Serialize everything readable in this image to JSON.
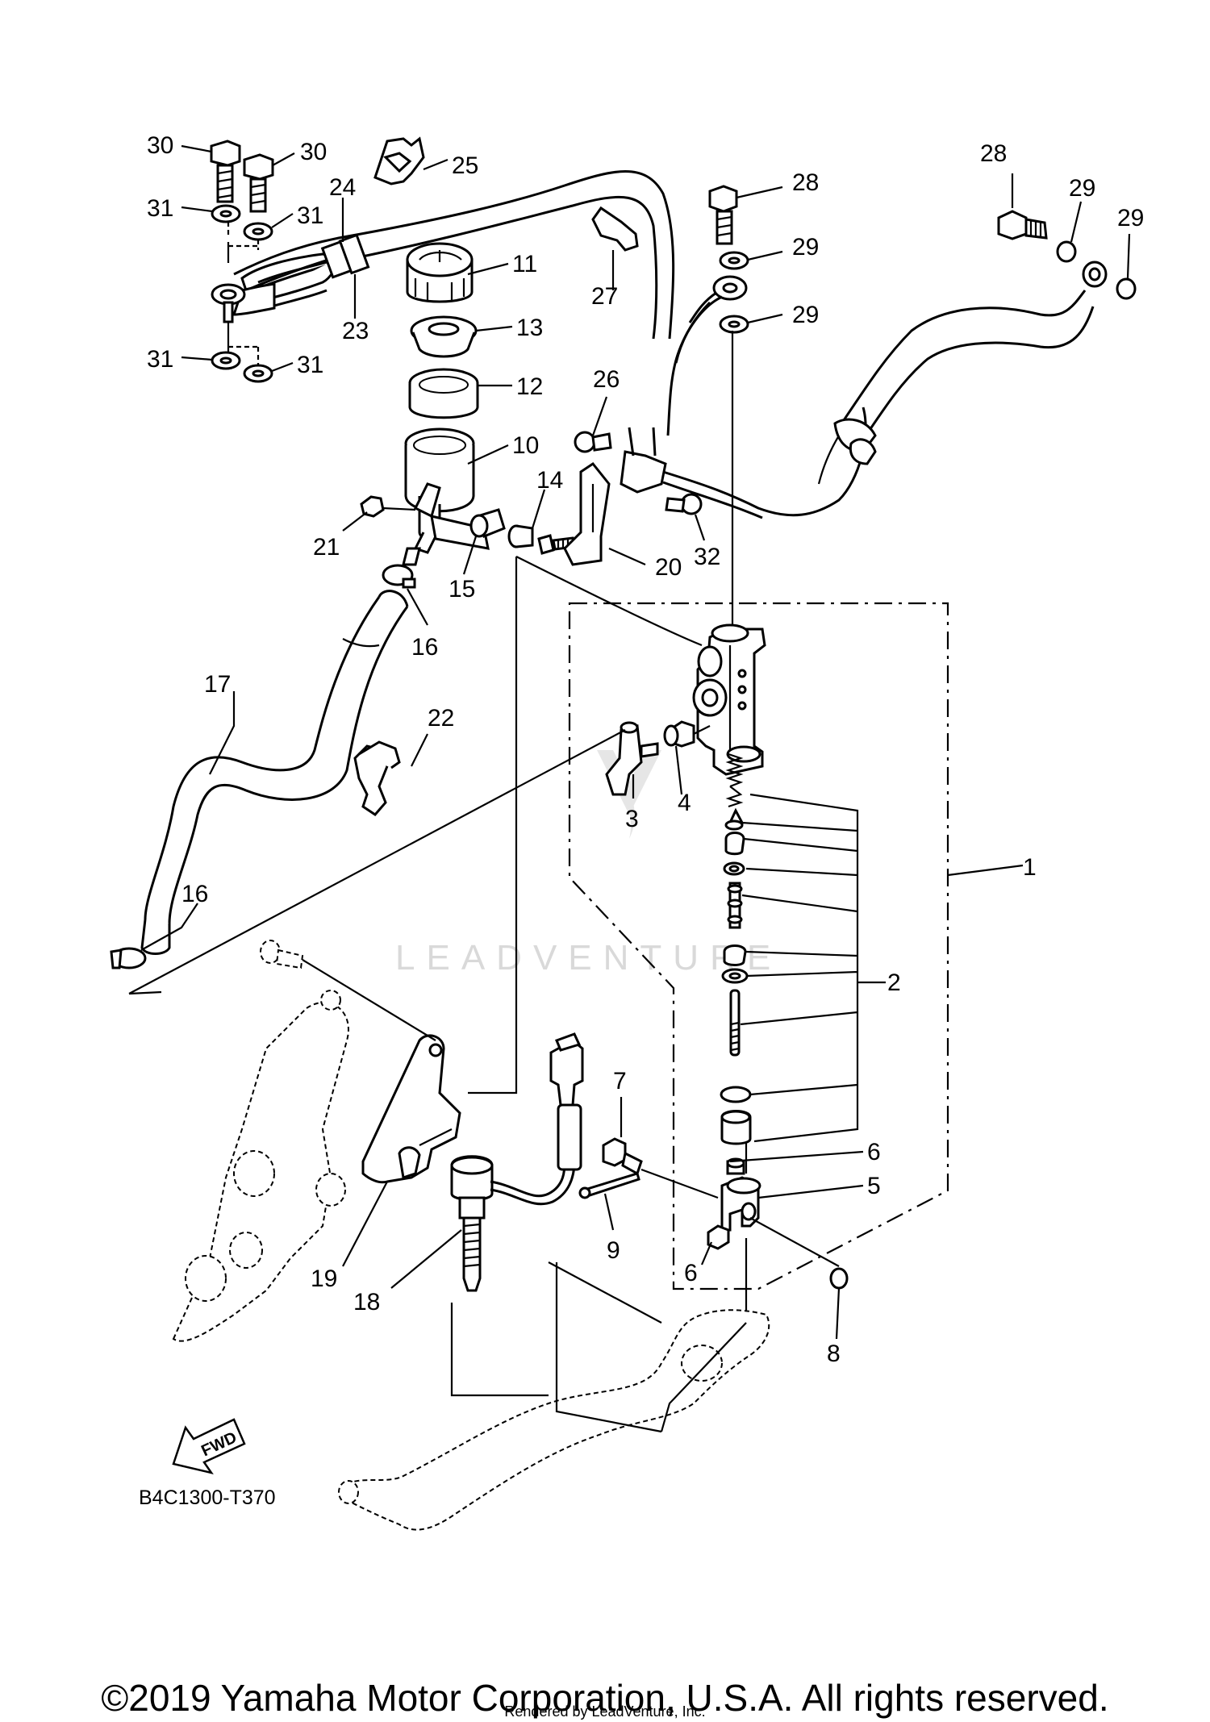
{
  "diagram": {
    "code": "B4C1300-T370",
    "fwd_label": "FWD",
    "watermark": "LEADVENTURE",
    "copyright": "©2019 Yamaha Motor Corporation, U.S.A. All rights reserved.",
    "rendered_by": "Rendered by LeadVenture, Inc."
  },
  "callouts": [
    {
      "id": "c30a",
      "text": "30"
    },
    {
      "id": "c30b",
      "text": "30"
    },
    {
      "id": "c25",
      "text": "25"
    },
    {
      "id": "c24",
      "text": "24"
    },
    {
      "id": "c31a",
      "text": "31"
    },
    {
      "id": "c31b",
      "text": "31"
    },
    {
      "id": "c23",
      "text": "23"
    },
    {
      "id": "c31c",
      "text": "31"
    },
    {
      "id": "c31d",
      "text": "31"
    },
    {
      "id": "c11",
      "text": "11"
    },
    {
      "id": "c13",
      "text": "13"
    },
    {
      "id": "c12",
      "text": "12"
    },
    {
      "id": "c10",
      "text": "10"
    },
    {
      "id": "c14",
      "text": "14"
    },
    {
      "id": "c21",
      "text": "21"
    },
    {
      "id": "c15",
      "text": "15"
    },
    {
      "id": "c20",
      "text": "20"
    },
    {
      "id": "c16a",
      "text": "16"
    },
    {
      "id": "c27",
      "text": "27"
    },
    {
      "id": "c26",
      "text": "26"
    },
    {
      "id": "c32",
      "text": "32"
    },
    {
      "id": "c28a",
      "text": "28"
    },
    {
      "id": "c29a",
      "text": "29"
    },
    {
      "id": "c29b",
      "text": "29"
    },
    {
      "id": "c28b",
      "text": "28"
    },
    {
      "id": "c29c",
      "text": "29"
    },
    {
      "id": "c29d",
      "text": "29"
    },
    {
      "id": "c17",
      "text": "17"
    },
    {
      "id": "c22",
      "text": "22"
    },
    {
      "id": "c3",
      "text": "3"
    },
    {
      "id": "c4",
      "text": "4"
    },
    {
      "id": "c1",
      "text": "1"
    },
    {
      "id": "c2",
      "text": "2"
    },
    {
      "id": "c16b",
      "text": "16"
    },
    {
      "id": "c7",
      "text": "7"
    },
    {
      "id": "c6a",
      "text": "6"
    },
    {
      "id": "c5",
      "text": "5"
    },
    {
      "id": "c9",
      "text": "9"
    },
    {
      "id": "c6b",
      "text": "6"
    },
    {
      "id": "c8",
      "text": "8"
    },
    {
      "id": "c19",
      "text": "19"
    },
    {
      "id": "c18",
      "text": "18"
    }
  ]
}
